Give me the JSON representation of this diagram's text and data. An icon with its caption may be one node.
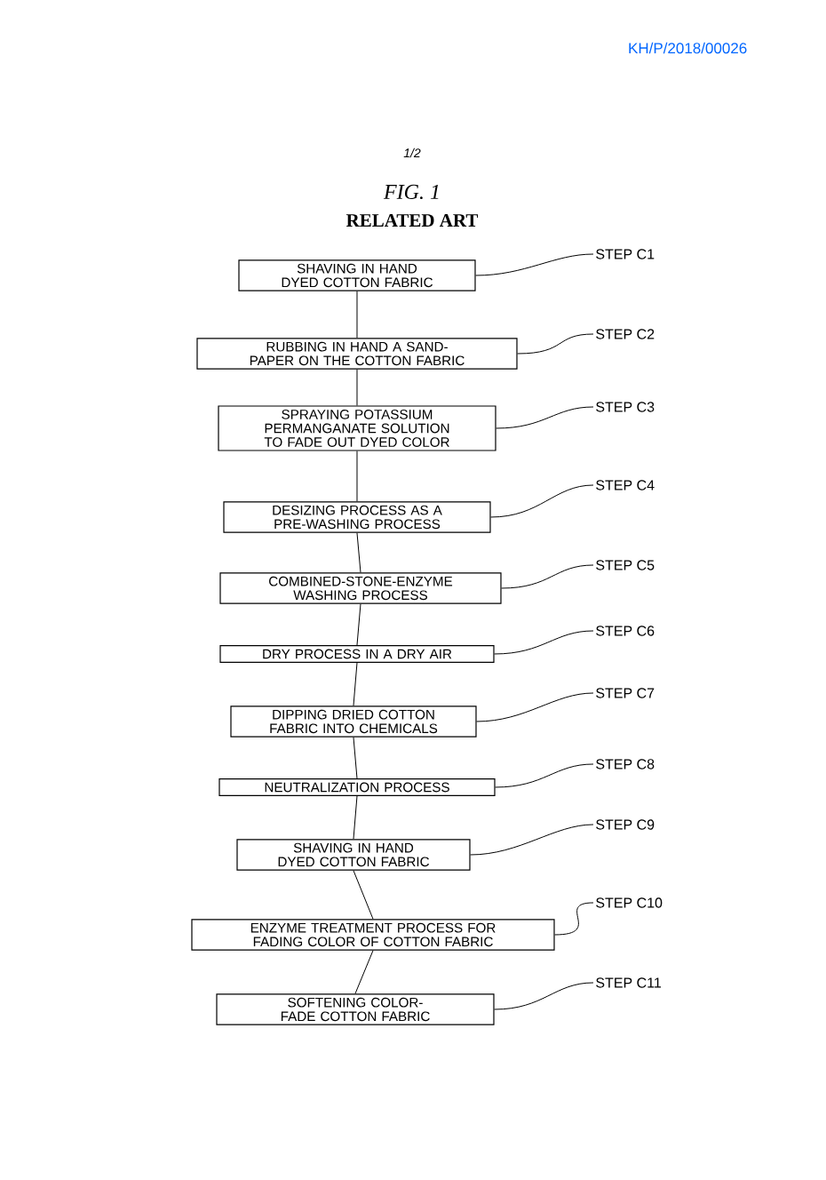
{
  "diagram": {
    "title": "FIG. 1",
    "nodes": [
      {
        "text": [
          "SHAVING IN HAND DYED COTTON FABRIC"
        ]
      },
      {
        "text": [
          "RUBBING IN HAND A SAND-PAPER ON THE COTTON FABRIC"
        ]
      },
      {
        "text": [
          "SPRAYING POTASSIUM PERMANGANATE SOLUTION TO FADE OUT DYED COLOR"
        ]
      },
      {
        "text": [
          "DESIZING PROCESS AS A PRE-WASHING PROCESS"
        ]
      },
      {
        "text": [
          "COMBINED-STONE-ENZYME WASHING PROCESS"
        ]
      },
      {
        "text": [
          "DRY PROCESS IN A DRY AIR"
        ]
      },
      {
        "text": [
          "DIPPING DRIED COTTON FABRIC INTO CHEMICALS"
        ]
      },
      {
        "text": [
          "NEUTRALIZATION PROCESS"
        ]
      },
      {
        "text": [
          "SHAVING IN HAND DYED COTTON FABRIC"
        ]
      },
      {
        "text": [
          "ENZYME TREATMENT PROCESS FOR FADING COLOR OF COTTON FABRIC"
        ]
      },
      {
        "text": [
          "SOFTENING COLOR-FADE COTTON FABRIC"
        ]
      },
      {
        "text": [
          "STEP C1"
        ]
      },
      {
        "text": [
          "STEP C2"
        ]
      },
      {
        "text": [
          "STEP C3"
        ]
      },
      {
        "text": [
          "STEP C4"
        ]
      },
      {
        "text": [
          "STEP C5"
        ]
      },
      {
        "text": [
          "STEP C6"
        ]
      },
      {
        "text": [
          "STEP C7"
        ]
      },
      {
        "text": [
          "STEP C8"
        ]
      },
      {
        "text": [
          "STEP C9"
        ]
      },
      {
        "text": [
          "STEP C10"
        ]
      },
      {
        "text": [
          "STEP C11"
        ]
      }
    ],
    "edges": [
      {
        "from": 0,
        "to": 1,
        "arrow": "none"
      },
      {
        "from": 1,
        "to": 2,
        "arrow": "none"
      },
      {
        "from": 2,
        "to": 3,
        "arrow": "none"
      },
      {
        "from": 3,
        "to": 4,
        "arrow": "none"
      },
      {
        "from": 4,
        "to": 5,
        "arrow": "none"
      },
      {
        "from": 5,
        "to": 6,
        "arrow": "none"
      },
      {
        "from": 6,
        "to": 7,
        "arrow": "none"
      },
      {
        "from": 7,
        "to": 8,
        "arrow": "none"
      },
      {
        "from": 8,
        "to": 9,
        "arrow": "none"
      },
      {
        "from": 9,
        "to": 10,
        "arrow": "none"
      },
      {
        "from": 11,
        "to": 0,
        "arrow": "none"
      },
      {
        "from": 12,
        "to": 1,
        "arrow": "none"
      },
      {
        "from": 13,
        "to": 2,
        "arrow": "none"
      },
      {
        "from": 14,
        "to": 3,
        "arrow": "none"
      },
      {
        "from": 15,
        "to": 4,
        "arrow": "none"
      },
      {
        "from": 16,
        "to": 5,
        "arrow": "none"
      },
      {
        "from": 17,
        "to": 6,
        "arrow": "none"
      },
      {
        "from": 18,
        "to": 7,
        "arrow": "none"
      },
      {
        "from": 19,
        "to": 8,
        "arrow": "none"
      },
      {
        "from": 20,
        "to": 9,
        "arrow": "none"
      },
      {
        "from": 21,
        "to": 10,
        "arrow": "none"
      }
    ],
    "labels": [
      "KH/P/2018/00026",
      "1/2",
      "RELATED ART"
    ]
  }
}
